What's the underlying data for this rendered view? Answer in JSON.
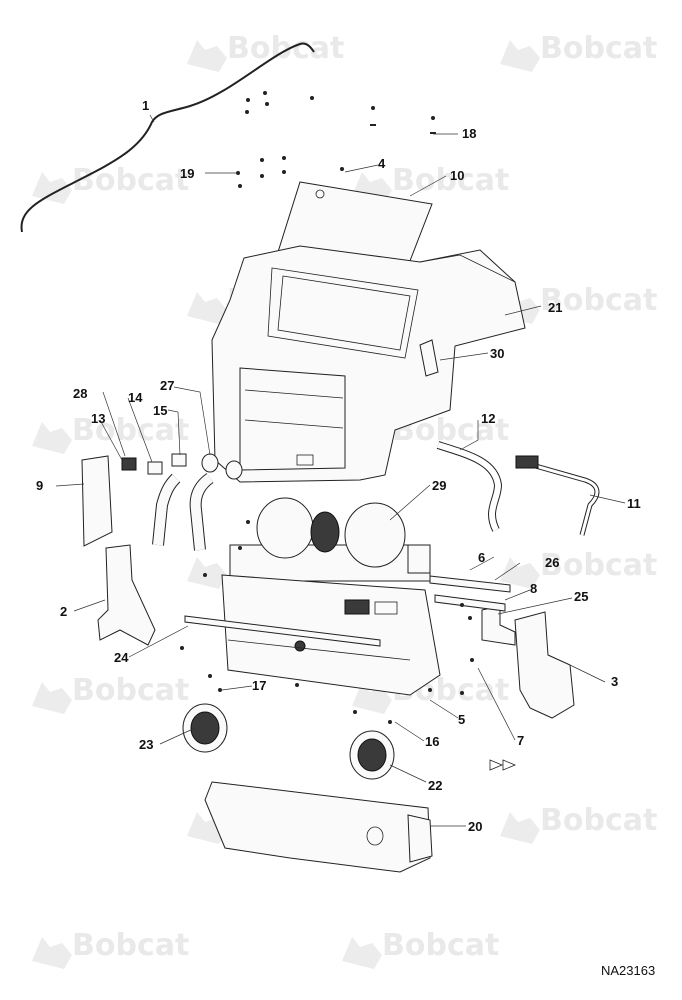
{
  "watermark": {
    "text": "Bobcat"
  },
  "drawing_code": "NA23163",
  "callouts": [
    {
      "id": "c1",
      "label": "1"
    },
    {
      "id": "c2",
      "label": "2"
    },
    {
      "id": "c3",
      "label": "3"
    },
    {
      "id": "c4",
      "label": "4"
    },
    {
      "id": "c5",
      "label": "5"
    },
    {
      "id": "c6",
      "label": "6"
    },
    {
      "id": "c7",
      "label": "7"
    },
    {
      "id": "c8",
      "label": "8"
    },
    {
      "id": "c9",
      "label": "9"
    },
    {
      "id": "c10",
      "label": "10"
    },
    {
      "id": "c11",
      "label": "11"
    },
    {
      "id": "c12",
      "label": "12"
    },
    {
      "id": "c13",
      "label": "13"
    },
    {
      "id": "c14",
      "label": "14"
    },
    {
      "id": "c15",
      "label": "15"
    },
    {
      "id": "c16",
      "label": "16"
    },
    {
      "id": "c17",
      "label": "17"
    },
    {
      "id": "c18",
      "label": "18"
    },
    {
      "id": "c19",
      "label": "19"
    },
    {
      "id": "c20",
      "label": "20"
    },
    {
      "id": "c21",
      "label": "21"
    },
    {
      "id": "c22",
      "label": "22"
    },
    {
      "id": "c23",
      "label": "23"
    },
    {
      "id": "c24",
      "label": "24"
    },
    {
      "id": "c25",
      "label": "25"
    },
    {
      "id": "c26",
      "label": "26"
    },
    {
      "id": "c27",
      "label": "27"
    },
    {
      "id": "c28",
      "label": "28"
    },
    {
      "id": "c29",
      "label": "29"
    },
    {
      "id": "c30",
      "label": "30"
    }
  ]
}
